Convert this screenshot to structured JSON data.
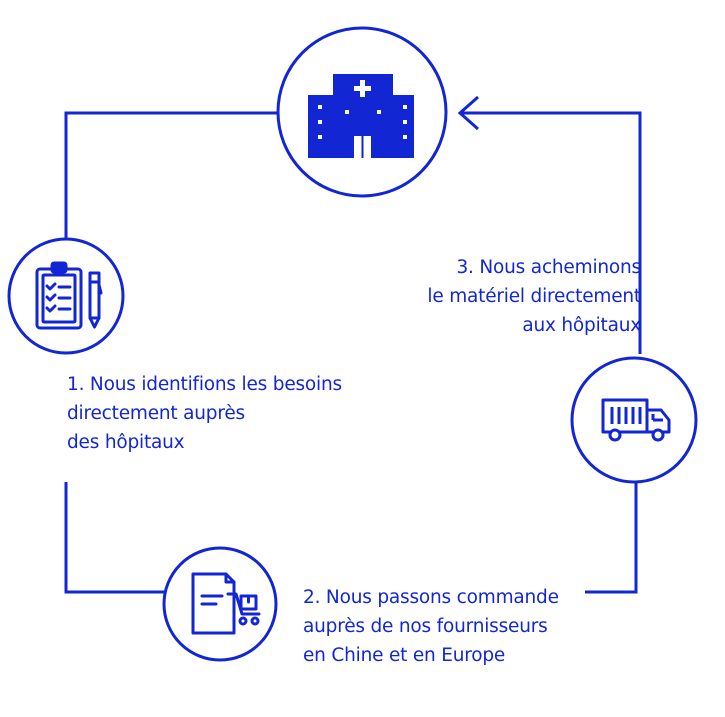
{
  "colors": {
    "accent": "#1226d4",
    "background": "#ffffff"
  },
  "steps": [
    {
      "icon": "clipboard-pen-icon",
      "lines": [
        "1. Nous identifions les besoins",
        "directement auprès",
        "des hôpitaux"
      ]
    },
    {
      "icon": "order-document-cart-icon",
      "lines": [
        "2. Nous passons commande",
        "auprès de nos fournisseurs",
        "en Chine et en Europe"
      ]
    },
    {
      "icon": "delivery-truck-icon",
      "lines": [
        "3. Nous acheminons",
        "le matériel directement",
        "aux hôpitaux"
      ]
    }
  ],
  "hub": {
    "icon": "hospital-icon"
  }
}
